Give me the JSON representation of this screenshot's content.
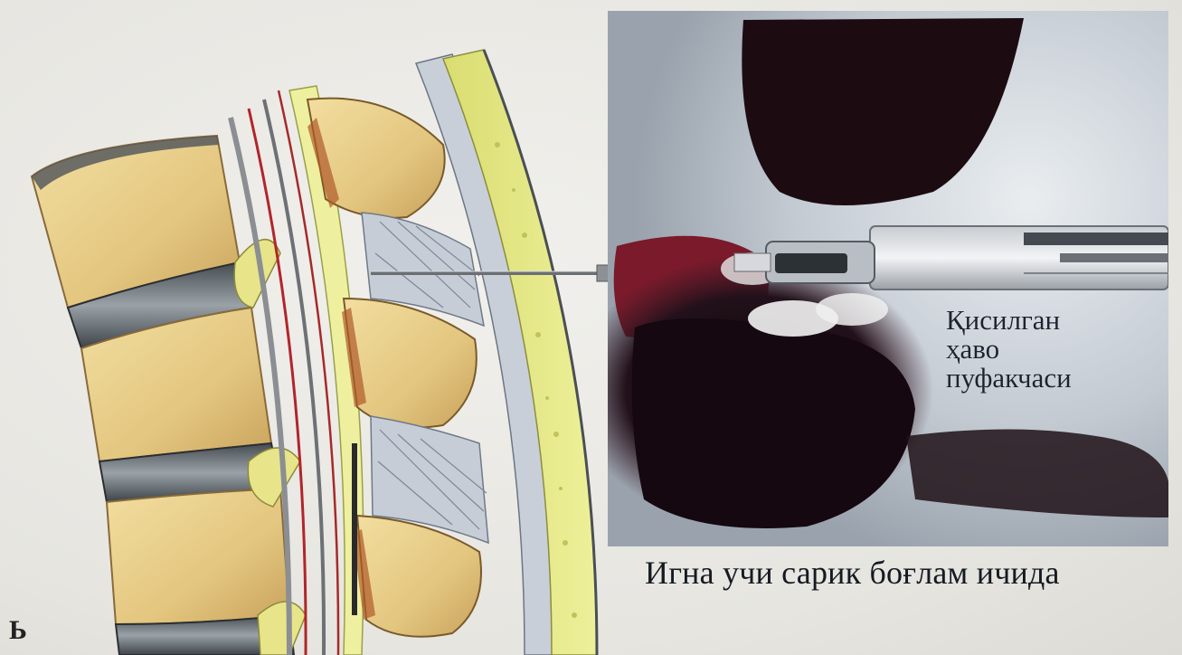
{
  "figure": {
    "panel_letter": "Ь",
    "photo_label_lines": [
      "Қисилган",
      "ҳаво",
      "пуфакчаси"
    ],
    "caption": "Игна учи сарик боғлам ичида"
  },
  "colors": {
    "vertebra": "#e7cf8e",
    "disc": "#5d6468",
    "ligament": "#e2e07a",
    "muscle": "#b7c0cc",
    "blood": "#8a1d2a",
    "dark": "#1a0e14"
  }
}
